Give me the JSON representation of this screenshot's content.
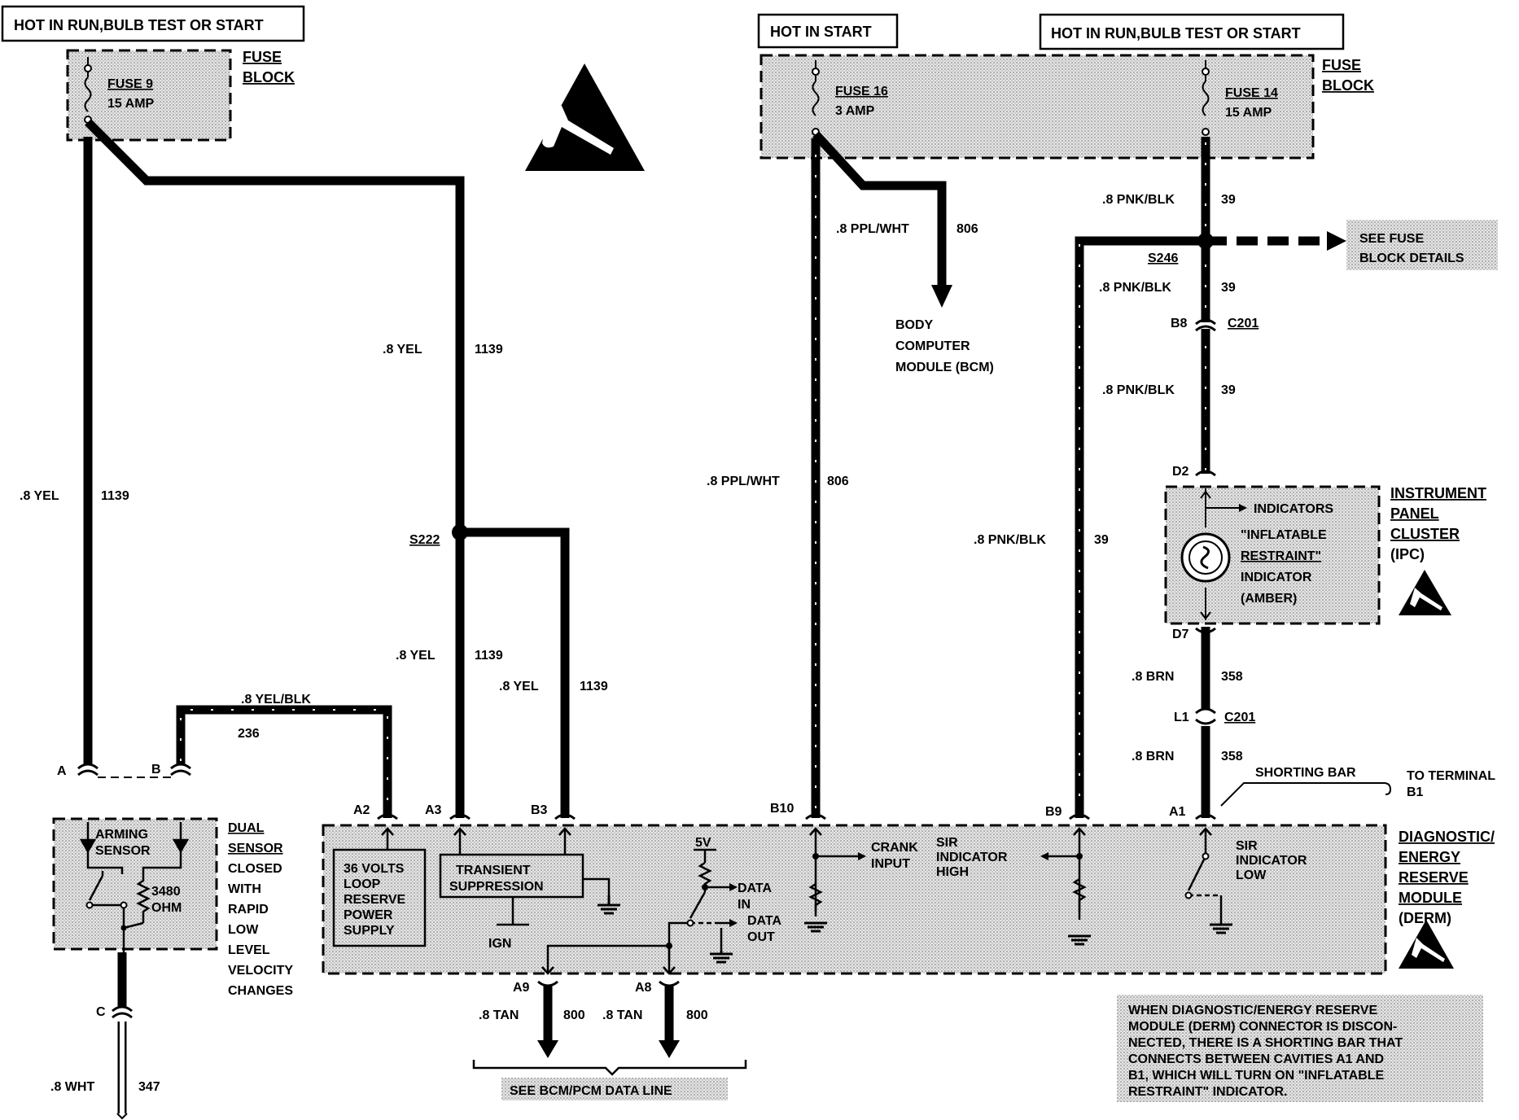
{
  "power_labels": {
    "left": "HOT IN RUN,BULB TEST OR START",
    "mid": "HOT IN START",
    "right": "HOT IN RUN,BULB TEST OR START"
  },
  "fuse_block": {
    "label_l1": "FUSE",
    "label_l2": "BLOCK"
  },
  "fuses": [
    {
      "name": "FUSE 9",
      "rating": "15 AMP"
    },
    {
      "name": "FUSE 16",
      "rating": "3 AMP"
    },
    {
      "name": "FUSE 14",
      "rating": "15 AMP"
    }
  ],
  "wires": {
    "yel_1139": {
      "gauge_color": ".8 YEL",
      "circuit": "1139"
    },
    "yel_blk_236": {
      "gauge_color": ".8 YEL/BLK",
      "circuit": "236"
    },
    "ppl_wht_806": {
      "gauge_color": ".8 PPL/WHT",
      "circuit": "806"
    },
    "pnk_blk_39": {
      "gauge_color": ".8 PNK/BLK",
      "circuit": "39"
    },
    "brn_358": {
      "gauge_color": ".8 BRN",
      "circuit": "358"
    },
    "tan_800": {
      "gauge_color": ".8 TAN",
      "circuit": "800"
    },
    "wht_347": {
      "gauge_color": ".8 WHT",
      "circuit": "347"
    }
  },
  "splices": {
    "s222": "S222",
    "s246": "S246"
  },
  "connectors": {
    "c201": "C201",
    "b8": "B8",
    "d2": "D2",
    "d7": "D7",
    "l1": "L1",
    "a": "A",
    "b": "B",
    "c": "C",
    "a2": "A2",
    "a3": "A3",
    "b3": "B3",
    "b10": "B10",
    "b9": "B9",
    "a1": "A1",
    "a9": "A9",
    "a8": "A8"
  },
  "bcm": {
    "line1": "BODY",
    "line2": "COMPUTER",
    "line3": "MODULE (BCM)"
  },
  "see_fuse": {
    "line1": "SEE FUSE",
    "line2": "BLOCK DETAILS"
  },
  "ipc": {
    "title_lines": [
      "INSTRUMENT",
      "PANEL",
      "CLUSTER",
      "(IPC)"
    ],
    "indicators": "INDICATORS",
    "lamp_lines": [
      "\"INFLATABLE",
      "RESTRAINT\"",
      "INDICATOR",
      "(AMBER)"
    ]
  },
  "shorting_bar": {
    "label": "SHORTING BAR",
    "to_line1": "TO TERMINAL",
    "to_line2": "B1"
  },
  "derm": {
    "title_lines": [
      "DIAGNOSTIC/",
      "ENERGY",
      "RESERVE",
      "MODULE",
      "(DERM)"
    ],
    "power_supply_lines": [
      "36 VOLTS",
      "LOOP",
      "RESERVE",
      "POWER",
      "SUPPLY"
    ],
    "transient_lines": [
      "TRANSIENT",
      "SUPPRESSION"
    ],
    "ign": "IGN",
    "five_v": "5V",
    "data_in_lines": [
      "DATA",
      "IN"
    ],
    "data_out_lines": [
      "DATA",
      "OUT"
    ],
    "crank_lines": [
      "CRANK",
      "INPUT"
    ],
    "sir_high_lines": [
      "SIR",
      "INDICATOR",
      "HIGH"
    ],
    "sir_low_lines": [
      "SIR",
      "INDICATOR",
      "LOW"
    ]
  },
  "dual_sensor": {
    "arming_lines": [
      "ARMING",
      "SENSOR"
    ],
    "ohm_lines": [
      "3480",
      "OHM"
    ],
    "desc_lines": [
      "DUAL",
      "SENSOR",
      "CLOSED",
      "WITH",
      "RAPID",
      "LOW",
      "LEVEL",
      "VELOCITY",
      "CHANGES"
    ]
  },
  "see_data_line": "SEE BCM/PCM DATA LINE",
  "note_lines": [
    "WHEN DIAGNOSTIC/ENERGY RESERVE",
    "MODULE (DERM) CONNECTOR IS DISCON-",
    "NECTED, THERE IS A SHORTING BAR THAT",
    "CONNECTS BETWEEN CAVITIES A1 AND",
    "B1, WHICH WILL TURN ON \"INFLATABLE",
    "RESTRAINT\" INDICATOR."
  ],
  "colors": {
    "wire": "#000000",
    "shade": "#cfcfcf",
    "background": "#ffffff"
  }
}
